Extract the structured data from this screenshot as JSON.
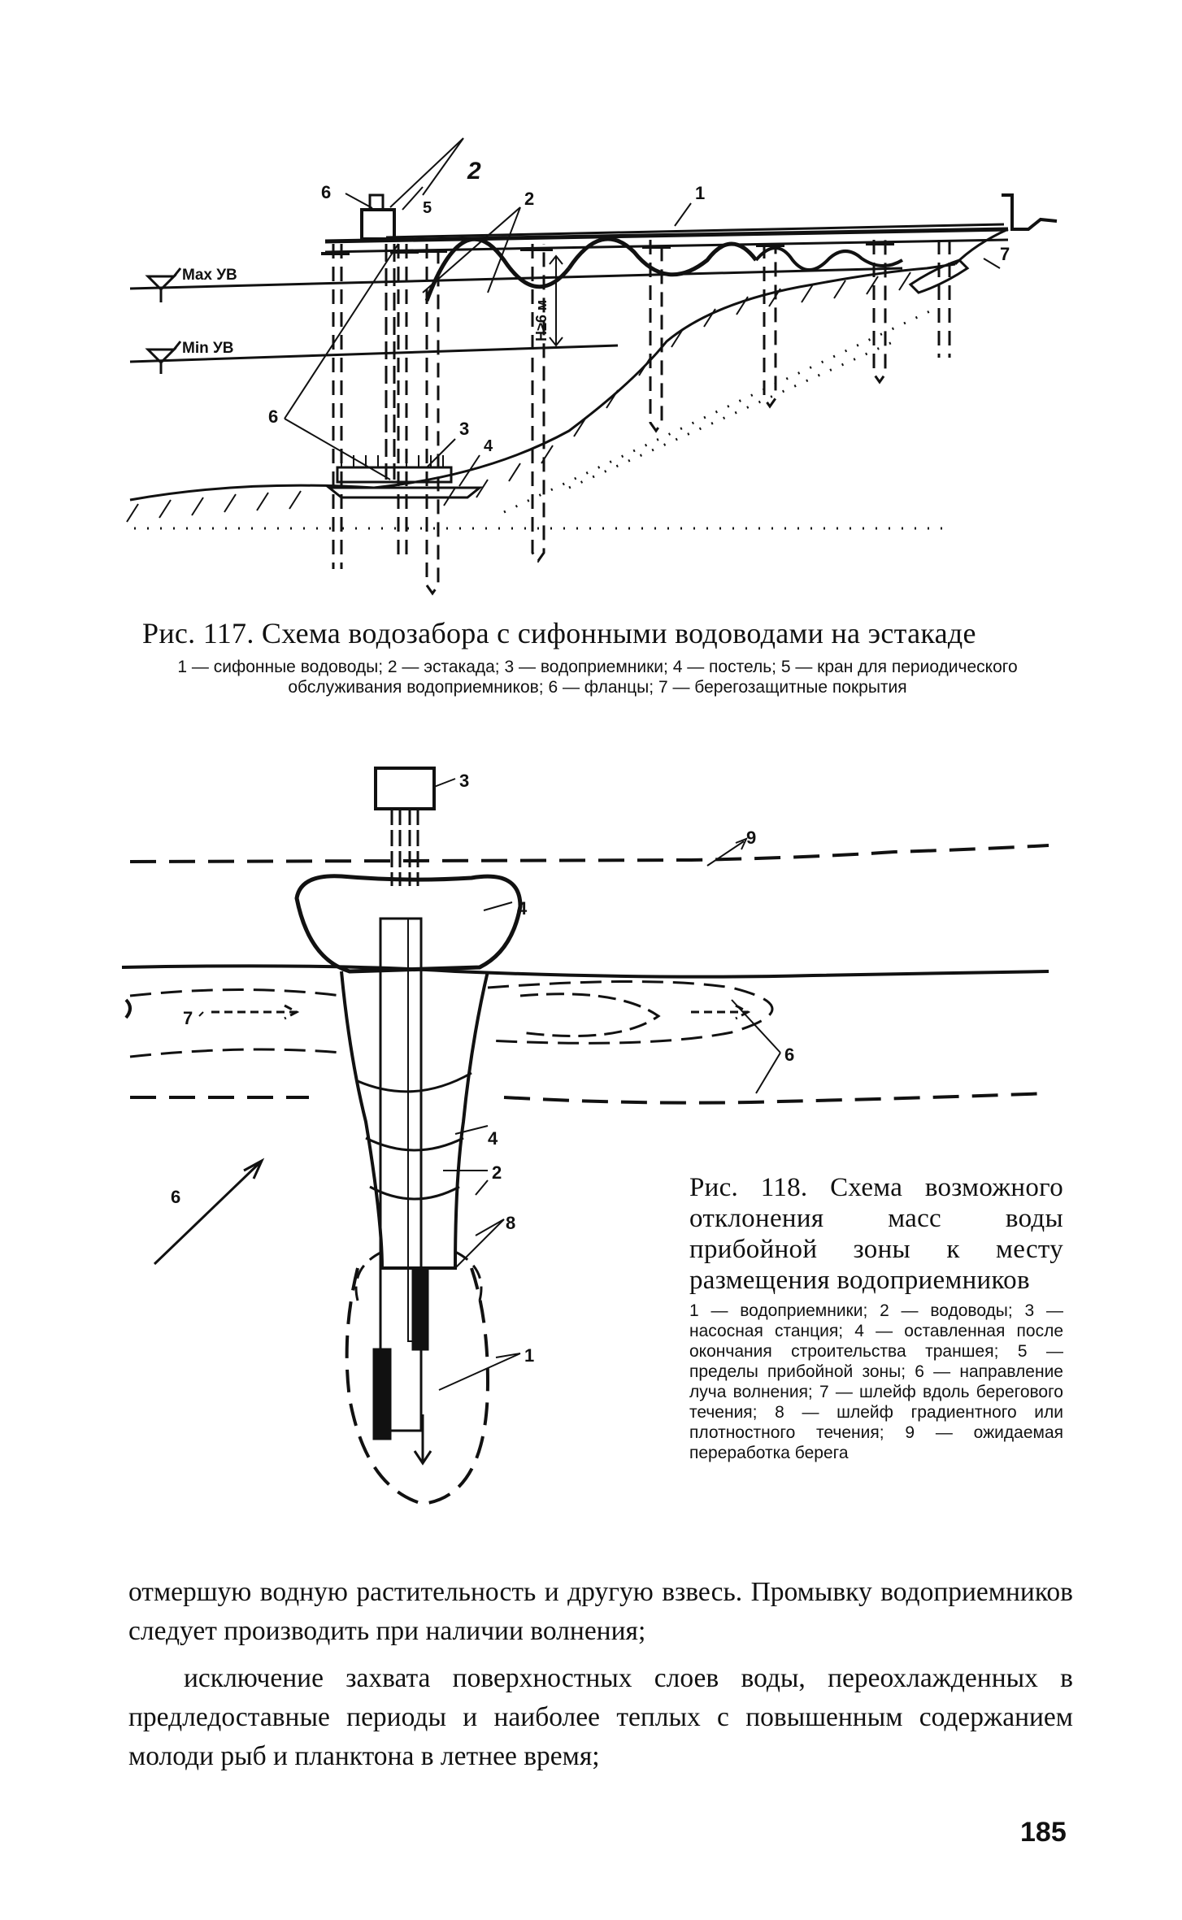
{
  "figure117": {
    "labels": {
      "l1": "1",
      "l2a": "2",
      "l2b": "2",
      "l3": "3",
      "l4": "4",
      "l5": "5",
      "l6a": "6",
      "l6b": "6",
      "l7": "7",
      "max_uv": "Max УВ",
      "min_uv": "Min УВ",
      "h_dim": "H≥6 м"
    },
    "caption_title": "Рис. 117. Схема водозабора с сифонными водоводами на эстакаде",
    "caption_text": "1 — сифонные водоводы; 2 — эстакада; 3 — водоприемники; 4 — постель; 5 — кран для периодического обслуживания водоприемников; 6 — фланцы; 7 — берегозащитные покрытия"
  },
  "figure118": {
    "labels": {
      "l1": "1",
      "l2": "2",
      "l3": "3",
      "l4a": "4",
      "l4b": "4",
      "l6a": "6",
      "l6b": "6",
      "l7": "7",
      "l8": "8",
      "l9": "9"
    },
    "caption_title": "Рис. 118. Схема возможного отклонения масс воды прибойной зоны к месту размещения водоприемников",
    "caption_text": "1 — водоприемники; 2 — водоводы; 3 — насосная станция; 4 — оставленная после окончания строительства траншея; 5 — пределы прибойной зоны; 6 — направление луча волнения; 7 — шлейф вдоль берегового течения; 8 — шлейф градиентного или плотностного течения; 9 — ожидаемая переработка берега"
  },
  "body": {
    "paragraph1": "отмершую водную растительность и другую взвесь. Промывку водоприемников следует производить при наличии волнения;",
    "paragraph2": "исключение захвата поверхностных слоев воды, переохлажденных в предледоставные периоды и наиболее теплых с повышенным содержанием молоди рыб и планктона в летнее время;"
  },
  "page_number": "185"
}
